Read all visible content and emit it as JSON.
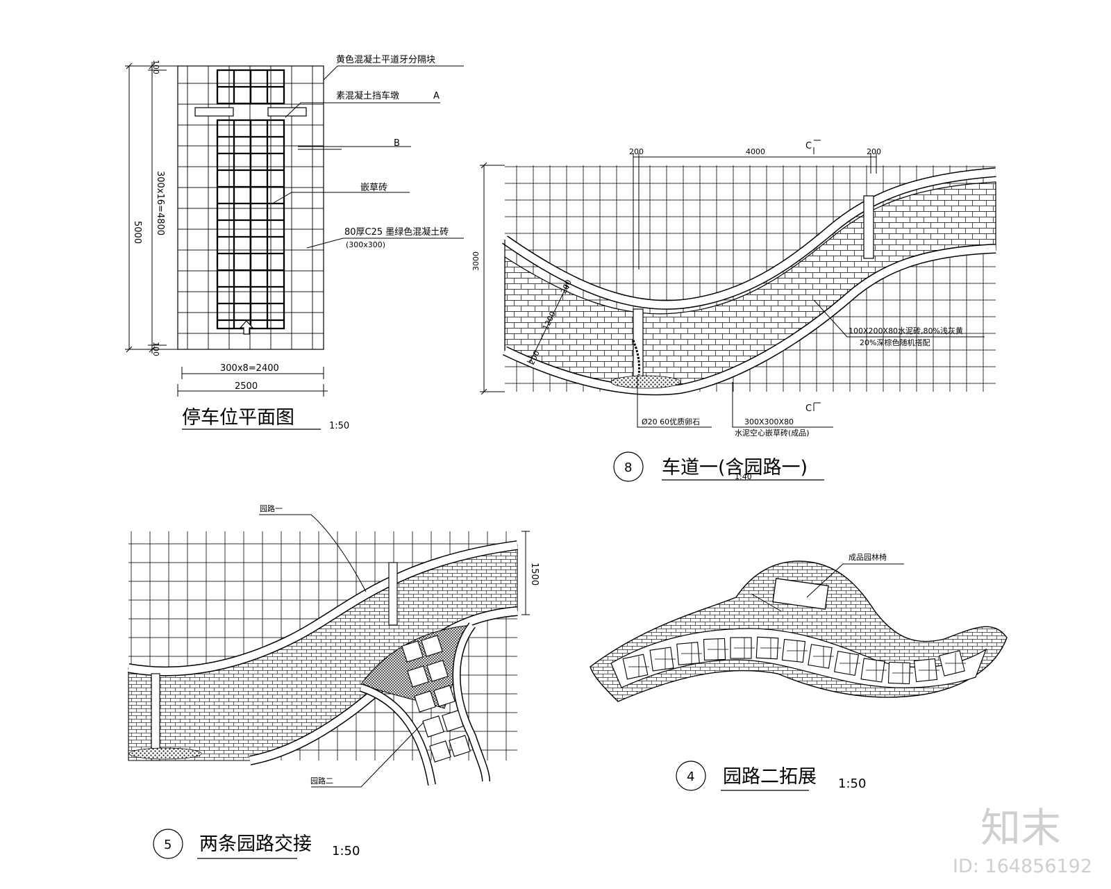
{
  "parking": {
    "label_yellow_divider": "黄色混凝土平道牙分隔块",
    "label_car_stop": "素混凝土挡车墩",
    "label_a": "A",
    "label_b": "B",
    "label_grass_brick": "嵌草砖",
    "label_green_brick": "80厚C25 墨绿色混凝土砖",
    "label_green_brick_size": "(300x300)",
    "dim_total_height": "5000",
    "dim_inner_height": "300x16=4800",
    "dim_top": "100",
    "dim_bottom": "100",
    "dim_inner_width": "300x8=2400",
    "dim_total_width": "2500",
    "title": "停车位平面图",
    "scale": "1:50"
  },
  "drive": {
    "dim_left": "200",
    "dim_mid": "4000",
    "dim_right": "200",
    "section_c_top": "C",
    "section_c_bottom": "C",
    "dim_height": "3000",
    "dim_diag_1": "200",
    "dim_diag_2": "1200",
    "dim_diag_3": "200",
    "label_brick_line1": "100X200X80水泥砖,80%浅灰黄",
    "label_brick_line2": "20%深棕色随机搭配",
    "label_gravel": "Ø20 60优质卵石",
    "label_grass_line1": "300X300X80",
    "label_grass_line2": "水泥空心嵌草砖(成品)",
    "number": "8",
    "title": "车道一(含园路一)",
    "scale": "1:40"
  },
  "junction": {
    "label_road1": "园路一",
    "label_road2": "园路二",
    "dim_height": "1500",
    "number": "5",
    "title": "两条园路交接",
    "scale": "1:50"
  },
  "road2": {
    "label_bench": "成品园林椅",
    "number": "4",
    "title": "园路二拓展",
    "scale": "1:50"
  },
  "watermark": {
    "logo_text": "知末",
    "id_text": "ID: 164856192"
  }
}
